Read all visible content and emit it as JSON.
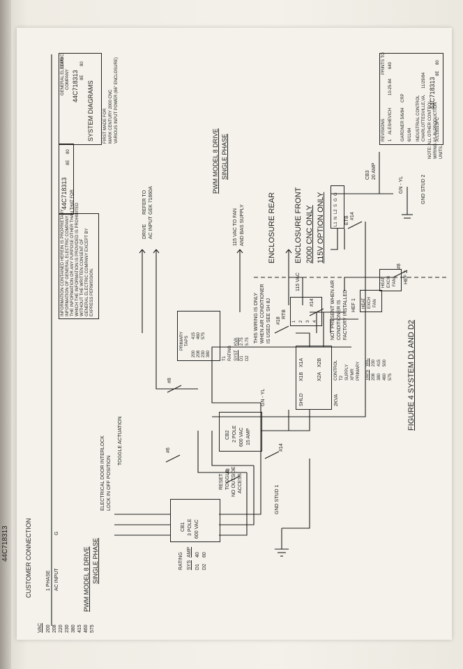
{
  "top_page_number": "44C718313",
  "top_page_sub": "80",
  "model_left": {
    "title": "PWM MODEL 8 DRIVE",
    "subtitle": "SINGLE PHASE"
  },
  "model_right": {
    "title": "PWM MODEL 8 DRIVE",
    "subtitle": "SINGLE PHASE"
  },
  "customer_connection": "CUSTOMER CONNECTION",
  "one_phase": "1 PHASE",
  "ac_input": "AC INPUT",
  "ground_symbol": "G",
  "vac_header": "VAC",
  "vac_values": [
    "200",
    "208",
    "220",
    "230",
    "380",
    "415",
    "460",
    "575"
  ],
  "interlock": [
    "ELECTRICAL DOOR INTERLOCK",
    "LOCK IN OFF POSITION"
  ],
  "toggle_actuation": "TOGGLE ACTUATION",
  "cb1": [
    "CB1",
    "3 POLE",
    "600 VAC"
  ],
  "rating": {
    "title": "RATING",
    "headers": [
      "SYS",
      "AMP"
    ],
    "rows": [
      [
        "D1",
        "40"
      ],
      [
        "D2",
        "60"
      ]
    ]
  },
  "cb2": [
    "CB2",
    "2 POLE",
    "600 VAC",
    "15 AMP"
  ],
  "reset_note": [
    "RESET",
    "TOGGLE",
    "NO OUTSIDE",
    "ACCESS"
  ],
  "gnd_stud_1": "GND STUD 1",
  "gn_yl_left": "GN - YL",
  "transformer": {
    "box_label": "SHLD",
    "terminals_top": [
      "X1B",
      "X1A"
    ],
    "terminals_bottom": [
      "X2A",
      "X2B"
    ],
    "kva": "2KVA",
    "caption": [
      "CONTROL",
      "T2",
      "SUPPLY",
      "XFMR"
    ],
    "primary": "PRIMARY",
    "taps_header": [
      "TAPS",
      "VAC"
    ],
    "taps": [
      [
        "208",
        "230"
      ],
      [
        "380",
        "415"
      ],
      [
        "460",
        "500"
      ],
      [
        "575",
        ""
      ]
    ]
  },
  "t1": {
    "title": [
      "PRIMARY",
      "TAPS"
    ],
    "taps": [
      "200",
      "208",
      "230",
      "380",
      "415",
      "460",
      "575"
    ],
    "caption": [
      "T1",
      "RATING"
    ],
    "rating_headers": [
      "SYST",
      "KVA"
    ],
    "rating_rows": [
      [
        "D1",
        "2.75"
      ],
      [
        "D2",
        "5.75"
      ]
    ]
  },
  "wire_labels": [
    "#8",
    "#6",
    "#8",
    "#14",
    "#18",
    "#14",
    "#8",
    "#14"
  ],
  "note_ac": [
    "THIS WIRING IS ONLY",
    "WHEN AIR CONDITIONER",
    "IS USED SEE SH 8J"
  ],
  "rtb": {
    "label": "RTB",
    "terminals": [
      "1",
      "2",
      "3",
      "4"
    ]
  },
  "vac_115": "115 VAC",
  "not_present": [
    "NOT PRESENT WHEN AIR",
    "CONDITIONER IS",
    "FACTORY INSTALLED"
  ],
  "hef1": {
    "label": "HEF 1",
    "box": [
      "HEAT",
      "EXCH",
      "FAN"
    ]
  },
  "hef2": {
    "label": "HEF 2",
    "box": [
      "HEAT",
      "EXCH",
      "FAN"
    ]
  },
  "fan_supply": [
    "115 VAC TO FAN",
    "AND BAS SUPPLY"
  ],
  "enclosure_rear": "ENCLOSURE REAR",
  "enclosure_front": [
    "ENCLOSURE FRONT",
    "2000 CNC ONLY",
    "115V OPTION ONLY"
  ],
  "drive_ac": [
    "DRIVE",
    "AC INPUT"
  ],
  "refer_to": [
    "REFER TO",
    "GEK 71660A"
  ],
  "etb": {
    "label": "ETB",
    "terminals": [
      "L1",
      "N",
      "L2",
      "S",
      "G",
      "G"
    ]
  },
  "cb3": [
    "CB3",
    "20 AMP"
  ],
  "gn_yl_right": "GN - YL",
  "gnd_stud_2": "GND STUD 2",
  "note_control": [
    "NOTE: ALL OTHER CONTROL",
    "WIRING AS IN PRODUCTION",
    "UNITS."
  ],
  "figure_caption": "FIGURE 4 SYSTEM D1 AND D2",
  "proprietary": [
    "INFORMATION CONTAINED HEREIN IS PROPRIETARY",
    "INFORMATION OF GENERAL ELECTRIC COMPANY.",
    "THE INFORMATION OR ANY PURPOSE OTHER THAN THAT FOR",
    "WHICH THE INFORMATION IS PROVIDED IS PROHIBITED",
    "WITHOUT THE WRITTEN CONSENT OF",
    "GENERAL ELECTRIC COMPANY EXCEPT BY",
    "EXPRESS PERMISSION."
  ],
  "title_block": {
    "company": [
      "GENERAL ELECTRIC",
      "COMPANY"
    ],
    "dwg_no": "44C718313",
    "cont_on": "CONT ON SHEET",
    "sh": "8E",
    "sh_no": "80",
    "dwg_label": "DWG",
    "title": "SYSTEM DIAGRAMS",
    "first_made_for": [
      "FIRST MADE FOR",
      "MARK CENTURY 2000 CNC",
      "VARIOUS INPUT POWER (66\" ENCLOSURE)"
    ],
    "mid_dwg_no": "44C718313",
    "mid_sh": "8E",
    "mid_sh_no": "80",
    "revisions": "REVISIONS",
    "rev_entry": [
      "1",
      "ALESHEVICH",
      "10-25-84"
    ],
    "prints_to": "PRINTS TO",
    "prints_no": "640",
    "made_by": "GARDNER 5/6/84",
    "checked": "CRP",
    "date2": "6/11/84",
    "issued": "INDUSTRIAL CONTROL",
    "location": "CHARLOTTESVILLE,VA.",
    "date_issued": "11/29/84",
    "bottom_dwg": "44C718313",
    "bottom_ref": "A.C18315FC",
    "bottom_sh": "8E",
    "bottom_shno": "80"
  }
}
